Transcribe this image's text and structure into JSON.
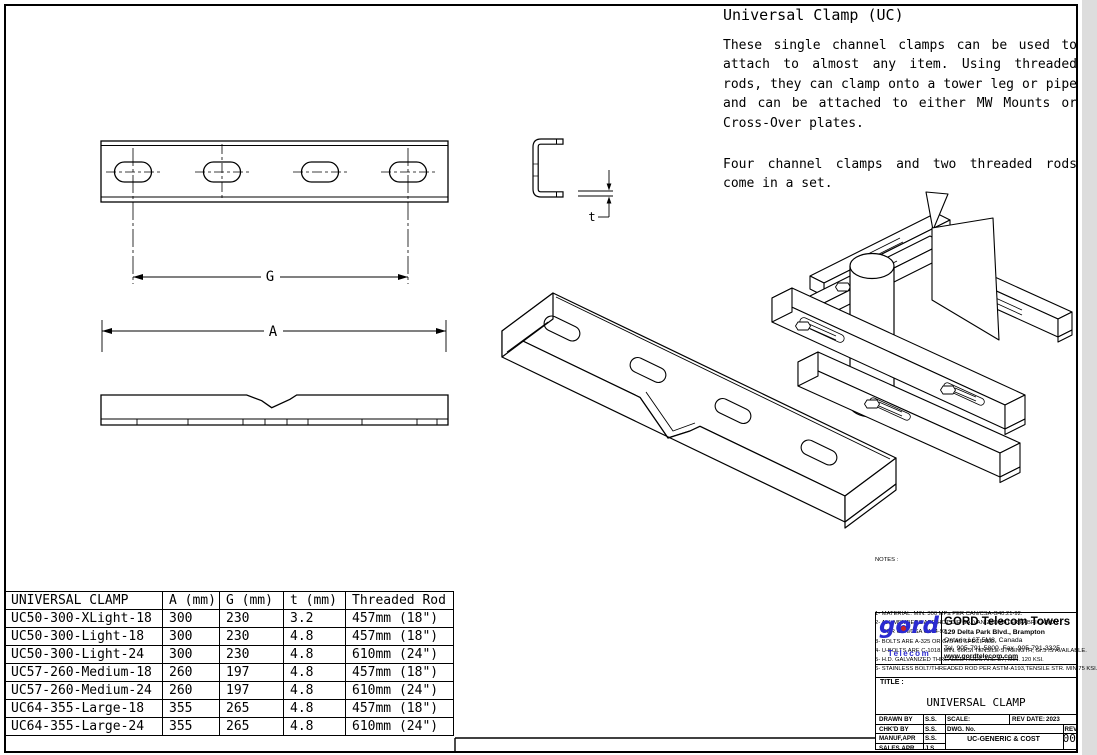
{
  "description": {
    "title": "Universal Clamp (UC)",
    "para1": [
      "These single channel clamps can be used to",
      "attach to almost any item. Using threaded",
      "rods, they can clamp onto a tower leg or pipe",
      "and can be attached to either MW Mounts or",
      "Cross-Over plates."
    ],
    "para2": [
      "Four channel clamps and two threaded rods",
      "come in a set."
    ]
  },
  "dimensions": {
    "gauge": "G",
    "length": "A",
    "thickness": "t"
  },
  "spec_table": {
    "headers": [
      "UNIVERSAL CLAMP",
      "A (mm)",
      "G (mm)",
      "t (mm)",
      "Threaded Rod"
    ],
    "rows": [
      [
        "UC50-300-XLight-18",
        "300",
        "230",
        "3.2",
        "457mm (18\")"
      ],
      [
        "UC50-300-Light-18",
        "300",
        "230",
        "4.8",
        "457mm (18\")"
      ],
      [
        "UC50-300-Light-24",
        "300",
        "230",
        "4.8",
        "610mm (24\")"
      ],
      [
        "UC57-260-Medium-18",
        "260",
        "197",
        "4.8",
        "457mm (18\")"
      ],
      [
        "UC57-260-Medium-24",
        "260",
        "197",
        "4.8",
        "610mm (24\")"
      ],
      [
        "UC64-355-Large-18",
        "355",
        "265",
        "4.8",
        "457mm (18\")"
      ],
      [
        "UC64-355-Large-24",
        "355",
        "265",
        "4.8",
        "610mm (24\")"
      ]
    ]
  },
  "notes": {
    "heading": "NOTES :",
    "lines": [
      "1- MATERIAL: MIN. 300 MPa PER CAN/CSA-G40.21-92.",
      "2- ALL MEMBERS ARE HOT DIP GALVANIZED AFTER FABRICATION",
      "     PER CAN/CSA G164-92.",
      "3- BOLTS ARE A-325 OR Gr.5 AS SPECIFIED.",
      "4- U-BOLTS ARE C-1018, MIN. 66KSI TENSILE STRENGTH; Gr.5 IS AVAILABLE.",
      "5- H.D. GALVANIZED THREADED RODS ARE B7, MIN. 120 KSI.",
      "6- STAINLESS BOLT/THREADED ROD PER ASTM-A193,TENSILE STR. MIN.75 KSI."
    ]
  },
  "title_block": {
    "company": {
      "logo_word": "gord",
      "logo_sub": "Telecom",
      "name": "GORD Telecom Towers",
      "address_line1": "129 Delta Park Blvd., Brampton",
      "address_line2": "Ontario L6T 5M8, Canada",
      "phone_fax": "Tel. 905-791-5800, Fax. 905-791-3325",
      "website": "www.gordtelecom.com"
    },
    "title_label": "TITLE :",
    "drawing_title": "UNIVERSAL CLAMP",
    "drawn_by_label": "DRAWN BY",
    "drawn_by": "S.S.",
    "checked_by_label": "CHK'D BY",
    "checked_by": "S.S.",
    "manuf_appr_label": "MANUF,APR",
    "manuf_appr": "S.S.",
    "sales_appr_label": "SALES.APR",
    "sales_appr": "J.S.",
    "scale_label": "SCALE:",
    "scale_value": "",
    "rev_date_label": "REV DATE:",
    "rev_date": "2023",
    "dwg_no_label": "DWG. No.",
    "dwg_no": "UC-GENERIC & COST",
    "rev_label": "REV",
    "rev_value": "00"
  },
  "colors": {
    "logo_blue": "#2b2bd0",
    "logo_red": "#cc2222",
    "line": "#000000"
  }
}
